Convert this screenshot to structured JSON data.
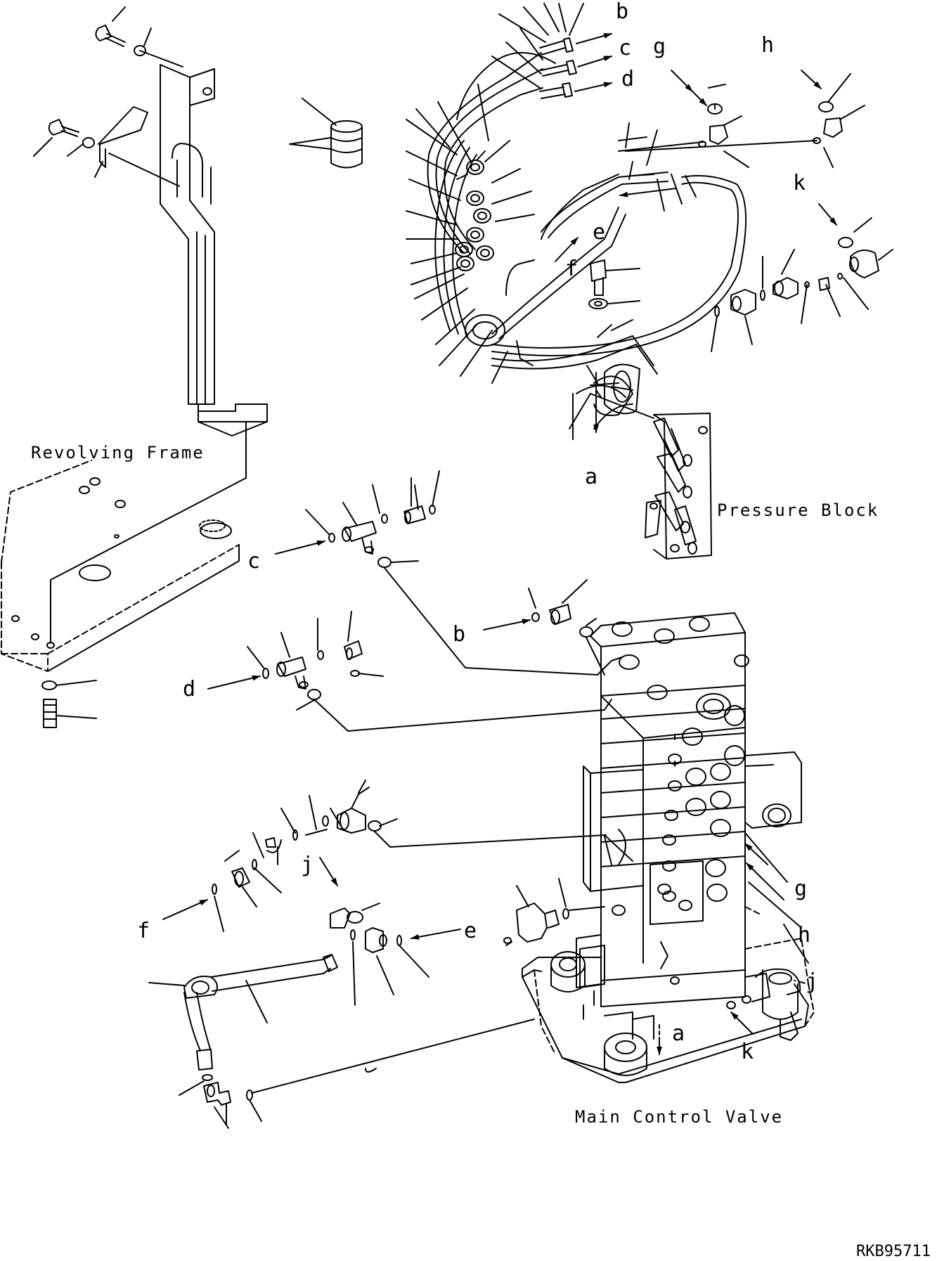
{
  "labels": {
    "revolving_frame": "Revolving Frame",
    "pressure_block": "Pressure Block",
    "main_control_valve": "Main Control Valve",
    "drawing_code": "RKB95711"
  },
  "connection_letters": {
    "a_top": "a",
    "a_bottom": "a",
    "b_top": "b",
    "b_mid": "b",
    "c_top": "c",
    "c_mid": "c",
    "d_top": "d",
    "d_mid": "d",
    "e_top": "e",
    "e_bottom": "e",
    "f_top": "f",
    "f_bottom": "f",
    "g_top": "g",
    "g_right": "g",
    "h_top": "h",
    "h_right": "h",
    "j_mid": "j",
    "j_right": "j",
    "k_top": "k",
    "k_bottom": "k"
  }
}
